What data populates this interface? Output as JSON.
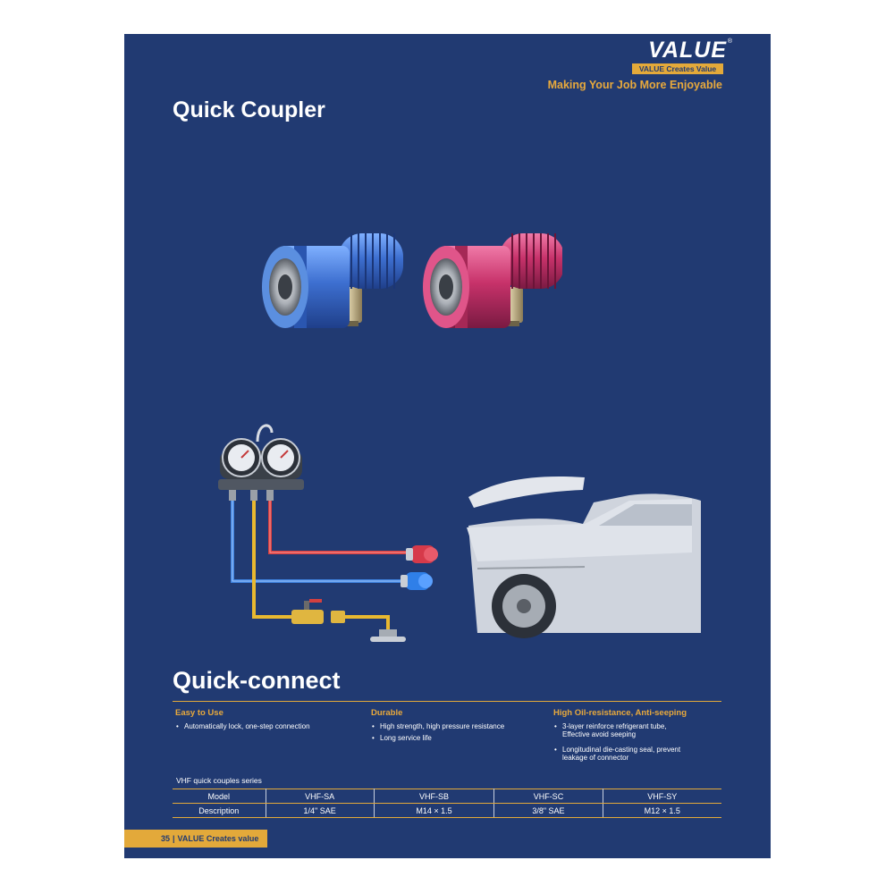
{
  "brand": {
    "name": "VALUE",
    "tagline": "VALUE Creates Value",
    "registered": "®"
  },
  "slogan": "Making Your Job More Enjoyable",
  "title": "Quick Coupler",
  "subtitle": "Quick-connect",
  "features": [
    {
      "heading": "Easy to Use",
      "bullets": [
        [
          "Automatically lock, one-step connection"
        ]
      ]
    },
    {
      "heading": "Durable",
      "bullets": [
        [
          "High strength, high pressure resistance"
        ],
        [
          "Long service life"
        ]
      ]
    },
    {
      "heading": "High Oil-resistance, Anti-seeping",
      "bullets": [
        [
          "3-layer reinforce refrigerant tube,",
          "Effective avoid seeping"
        ],
        [
          "Longitudinal die-casting seal, prevent",
          "leakage of connector"
        ]
      ]
    }
  ],
  "series_label": "VHF quick couples series",
  "spec_table": {
    "rows": [
      [
        "Model",
        "VHF-SA",
        "VHF-SB",
        "VHF-SC",
        "VHF-SY"
      ],
      [
        "Description",
        "1/4\" SAE",
        "M14 × 1.5",
        "3/8\" SAE",
        "M12 × 1.5"
      ]
    ]
  },
  "footer": {
    "page": "35",
    "separator": "|",
    "text": "VALUE Creates value"
  },
  "colors": {
    "background": "#213a72",
    "accent": "#e3a93a",
    "low_side_coupler": "#4a7fd0",
    "high_side_coupler": "#c43a6a",
    "car_body": "#d8dce4"
  },
  "icons": [
    "blue-quick-coupler",
    "red-quick-coupler",
    "manifold-gauge",
    "refrigerant-tank",
    "car"
  ]
}
